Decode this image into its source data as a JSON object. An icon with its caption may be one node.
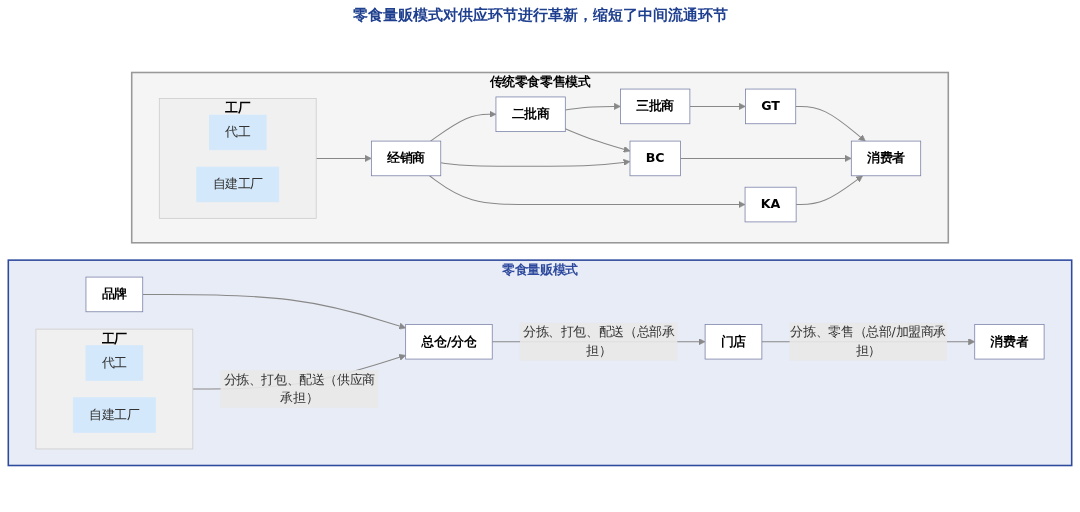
{
  "diagram": {
    "nodes": [
      {
        "text": [
          "零食量贩模式"
        ]
      },
      {
        "text": [
          "工厂"
        ],
        "in": 0
      },
      {
        "text": [
          "代工"
        ],
        "in": 1
      },
      {
        "text": [
          "自建工厂"
        ],
        "in": 1
      },
      {
        "text": [
          "品牌"
        ],
        "in": 0
      },
      {
        "text": [
          "总仓/分仓"
        ],
        "in": 0
      },
      {
        "text": [
          "门店"
        ],
        "in": 0
      },
      {
        "text": [
          "消费者"
        ],
        "in": 0
      },
      {
        "text": [
          "传统零食零售模式"
        ]
      },
      {
        "text": [
          "工厂"
        ],
        "in": 8
      },
      {
        "text": [
          "代工"
        ],
        "in": 9
      },
      {
        "text": [
          "自建工厂"
        ],
        "in": 9
      },
      {
        "text": [
          "经销商"
        ],
        "in": 8
      },
      {
        "text": [
          "二批商"
        ],
        "in": 8
      },
      {
        "text": [
          "三批商"
        ],
        "in": 8
      },
      {
        "text": [
          "GT"
        ],
        "in": 8
      },
      {
        "text": [
          "BC"
        ],
        "in": 8
      },
      {
        "text": [
          "KA"
        ],
        "in": 8
      },
      {
        "text": [
          "消费者"
        ],
        "in": 8
      }
    ],
    "edges": [
      {
        "from": 1,
        "to": 5,
        "arrow": "to",
        "label": "分拣、打包、配送（供应商承担）"
      },
      {
        "from": 4,
        "to": 5,
        "arrow": "to"
      },
      {
        "from": 5,
        "to": 6,
        "arrow": "to",
        "label": "分拣、打包、配送（总部承担）"
      },
      {
        "from": 6,
        "to": 7,
        "arrow": "to",
        "label": "分拣、零售（总部/加盟商承担）"
      },
      {
        "from": 9,
        "to": 12,
        "arrow": "to"
      },
      {
        "from": 12,
        "to": 13,
        "arrow": "to"
      },
      {
        "from": 12,
        "to": 16,
        "arrow": "to"
      },
      {
        "from": 12,
        "to": 17,
        "arrow": "to"
      },
      {
        "from": 13,
        "to": 14,
        "arrow": "to"
      },
      {
        "from": 13,
        "to": 16,
        "arrow": "to"
      },
      {
        "from": 14,
        "to": 15,
        "arrow": "to"
      },
      {
        "from": 15,
        "to": 18,
        "arrow": "to"
      },
      {
        "from": 16,
        "to": 18,
        "arrow": "to"
      },
      {
        "from": 17,
        "to": 18,
        "arrow": "to"
      }
    ],
    "labels": [
      "零食量贩模式对供应环节进行革新，缩短了中间流通环节"
    ]
  }
}
